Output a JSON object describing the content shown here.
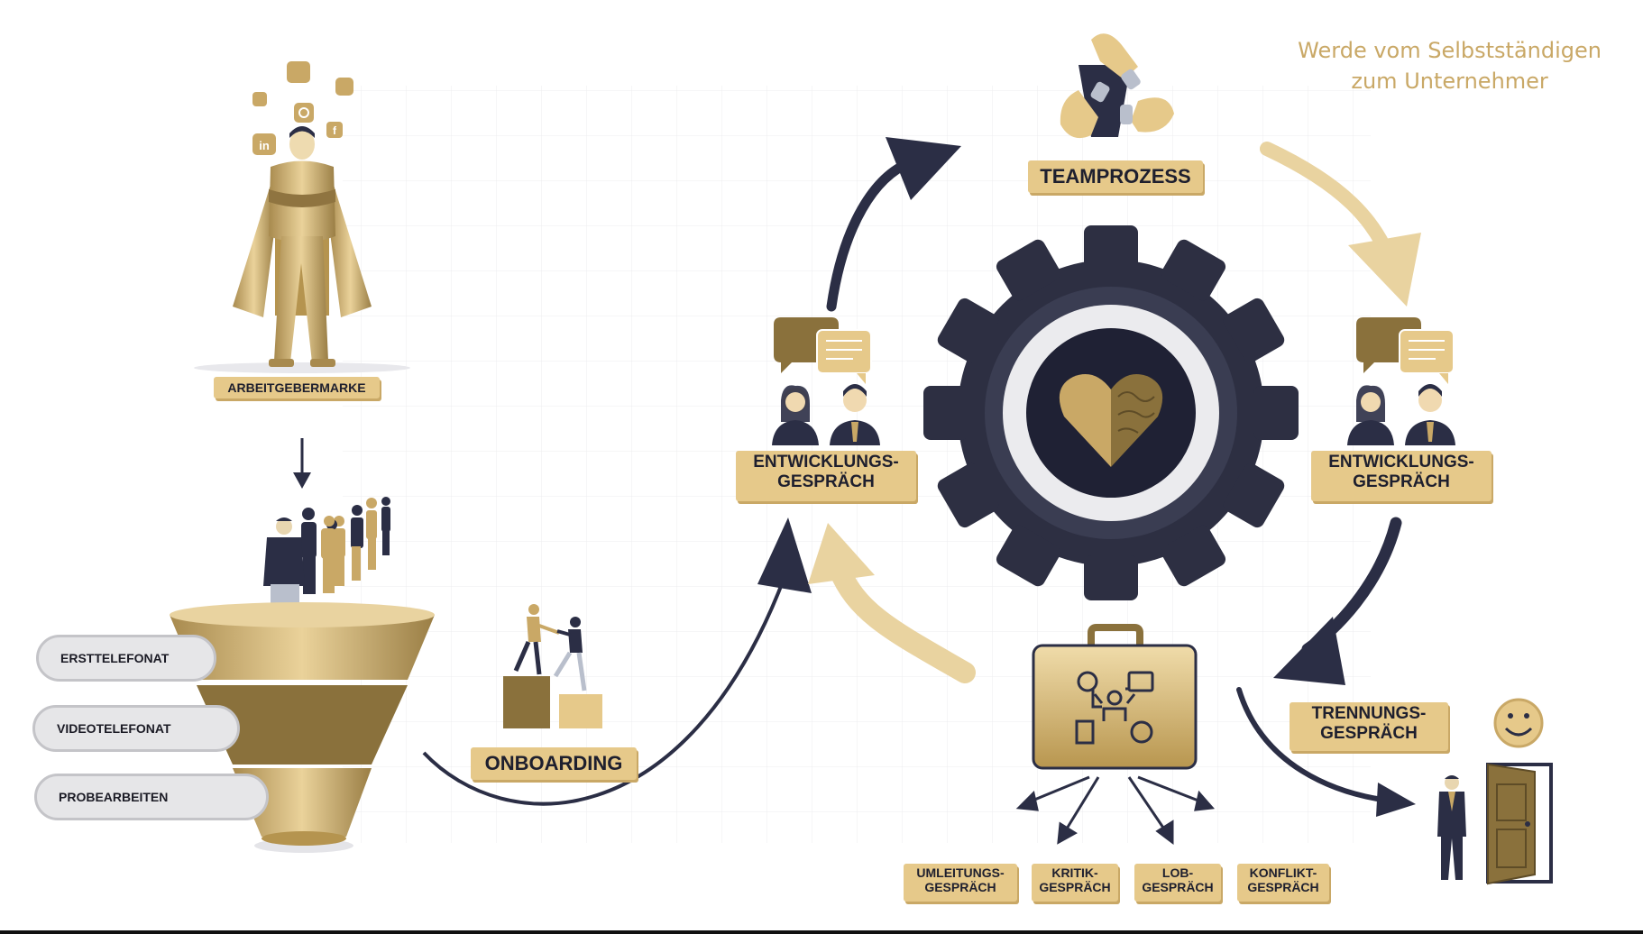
{
  "slogan": {
    "line1": "Werde vom Selbstständigen",
    "line2": "zum Unternehmer"
  },
  "labels": {
    "arbeitgebermarke": "ARBEITGEBERMARKE",
    "onboarding": "ONBOARDING",
    "teamprozess": "TEAMPROZESS",
    "entwicklung_left": {
      "line1": "ENTWICKLUNGS-",
      "line2": "GESPRÄCH"
    },
    "entwicklung_right": {
      "line1": "ENTWICKLUNGS-",
      "line2": "GESPRÄCH"
    },
    "trennung": {
      "line1": "TRENNUNGS-",
      "line2": "GESPRÄCH"
    }
  },
  "funnel_stages": [
    "ERSTTELEFONAT",
    "VIDEOTELEFONAT",
    "PROBEARBEITEN"
  ],
  "talks": [
    {
      "line1": "UMLEITUNGS-",
      "line2": "GESPRÄCH"
    },
    {
      "line1": "KRITIK-",
      "line2": "GESPRÄCH"
    },
    {
      "line1": "LOB-",
      "line2": "GESPRÄCH"
    },
    {
      "line1": "KONFLIKT-",
      "line2": "GESPRÄCH"
    }
  ],
  "colors": {
    "gold": "#e6c98a",
    "gold_dark": "#c9a866",
    "navy": "#2b2e45",
    "gear": "#2d2f42"
  },
  "icons": [
    "superhero-icon",
    "social-media-icons",
    "funnel-icon",
    "people-queue-icon",
    "helping-hand-icon",
    "speech-bubbles-icon",
    "woman-avatar-icon",
    "man-avatar-icon",
    "gear-icon",
    "heart-brain-icon",
    "teamwork-hands-icon",
    "toolbox-case-icon",
    "smiley-icon",
    "door-icon",
    "businessman-icon"
  ]
}
